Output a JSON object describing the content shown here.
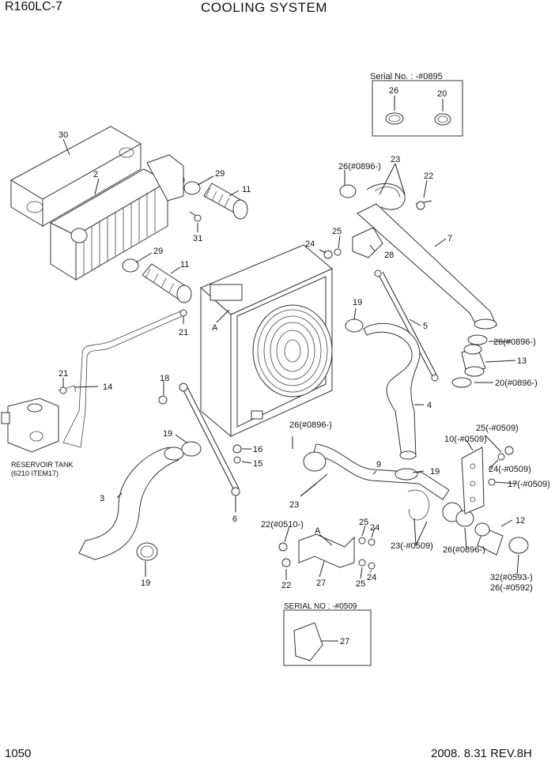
{
  "header": {
    "model": "R160LC-7",
    "title": "COOLING SYSTEM"
  },
  "footer": {
    "page": "1050",
    "revision": "2008. 8.31  REV.8H"
  },
  "inset_top": {
    "title": "Serial No. : -#0895",
    "labels": [
      "26",
      "20"
    ]
  },
  "inset_bottom": {
    "title": "SERIAL NO : -#0509",
    "label": "27"
  },
  "reservoir_caption": {
    "line1": "RESERVOIR TANK",
    "line2": "(6210 ITEM17)"
  },
  "callouts": {
    "c30": "30",
    "c2": "2",
    "c29a": "29",
    "c11a": "11",
    "c31": "31",
    "c29b": "29",
    "c11b": "11",
    "c21a": "21",
    "cA1": "A",
    "c21b": "21",
    "c14": "14",
    "c18": "18",
    "c19a": "19",
    "c16": "16",
    "c15": "15",
    "c3": "3",
    "c6": "6",
    "c19b": "19",
    "c26a": "26(#0896-)",
    "c23a": "23",
    "c22a": "22",
    "c24a": "24",
    "c25a": "25",
    "c28": "28",
    "c7": "7",
    "c19c": "19",
    "c5": "5",
    "c26b": "26(#0896-)",
    "c13": "13",
    "c20": "20(#0896-)",
    "c4": "4",
    "c26c": "26(#0896-)",
    "c9": "9",
    "c19d": "19",
    "c23b": "23",
    "c25b": "25(-#0509)",
    "c10": "10(-#0509)",
    "c24b": "24(-#0509)",
    "c17": "17(-#0509)",
    "c12": "12",
    "c22b": "22(#0510-)",
    "cA2": "A",
    "c25c": "25",
    "c24c": "24",
    "c23c": "23(-#0509)",
    "c26d": "26(#0896-)",
    "c22c": "22",
    "c27": "27",
    "c25d": "25",
    "c24d": "24",
    "c32": "32(#0593-)",
    "c26e": "26(-#0592)"
  }
}
